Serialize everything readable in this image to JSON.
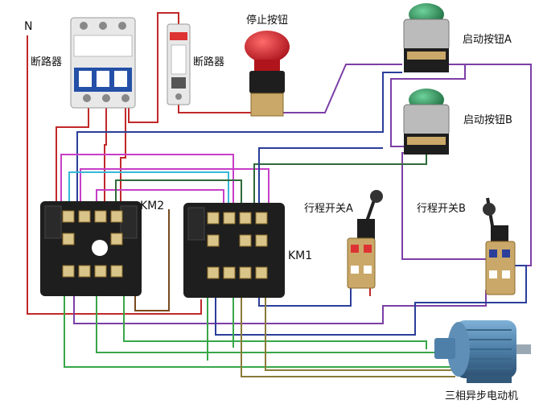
{
  "labels": {
    "neutral": "N",
    "breaker_left": "断路器",
    "breaker_right": "断路器",
    "stop_button": "停止按钮",
    "start_button_a": "启动按钮A",
    "start_button_b": "启动按钮B",
    "contactor_km2": "KM2",
    "contactor_km1": "KM1",
    "limit_switch_a": "行程开关A",
    "limit_switch_b": "行程开关B",
    "motor": "三相异步电动机"
  },
  "colors": {
    "wire_red": "#c0282a",
    "wire_purple": "#7b3fa6",
    "wire_magenta": "#c63fc6",
    "wire_blue": "#2b3e9a",
    "wire_cyan": "#38b8d8",
    "wire_green": "#3aa64a",
    "wire_darkgreen": "#2f6b3a",
    "wire_olive": "#8a7a3a",
    "wire_brown": "#7a4a1f",
    "contactor_body": "#1e1e1e",
    "button_green": "#2e8a55",
    "button_red": "#d21f26",
    "motor_blue": "#4d7fa8"
  }
}
